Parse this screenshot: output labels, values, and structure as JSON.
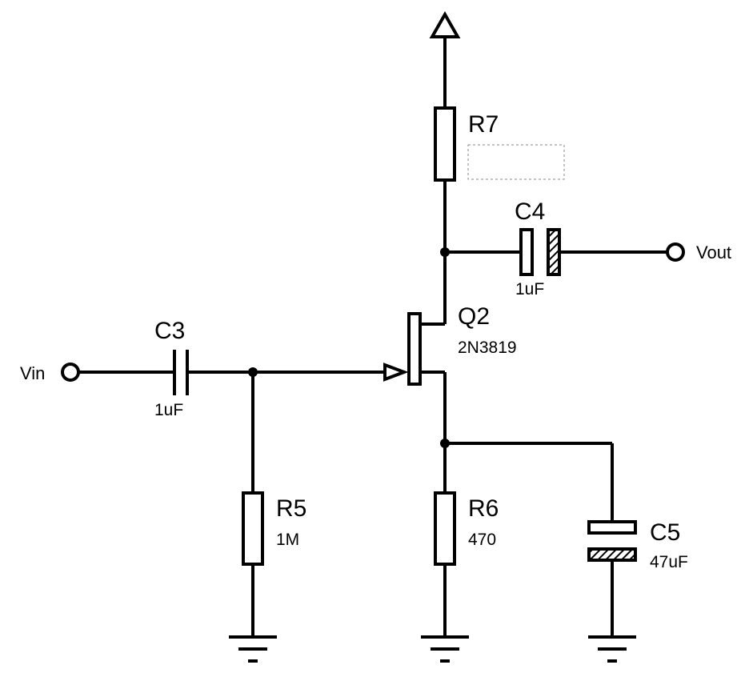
{
  "components": {
    "r7": {
      "ref": "R7",
      "value": ""
    },
    "r6": {
      "ref": "R6",
      "value": "470"
    },
    "r5": {
      "ref": "R5",
      "value": "1M"
    },
    "c3": {
      "ref": "C3",
      "value": "1uF"
    },
    "c4": {
      "ref": "C4",
      "value": "1uF"
    },
    "c5": {
      "ref": "C5",
      "value": "47uF"
    },
    "q2": {
      "ref": "Q2",
      "value": "2N3819"
    }
  },
  "ports": {
    "vin": "Vin",
    "vout": "Vout"
  }
}
